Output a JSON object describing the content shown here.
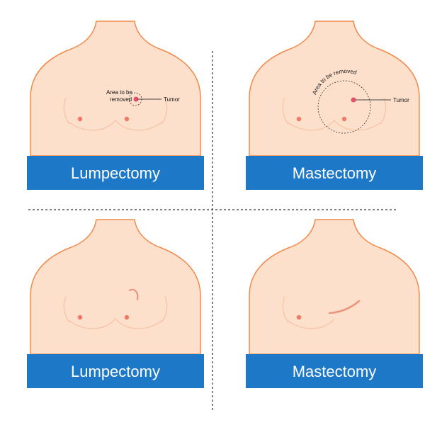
{
  "panels": [
    {
      "label": "Lumpectomy",
      "annotation_area": [
        "Area to be",
        "removed"
      ],
      "annotation_tumor": "Tumor"
    },
    {
      "label": "Mastectomy",
      "annotation_area": "Area to be removed",
      "annotation_tumor": "Tumor"
    },
    {
      "label": "Lumpectomy"
    },
    {
      "label": "Mastectomy"
    }
  ],
  "colors": {
    "skin": "#fde0cc",
    "skin_outline": "#f08a4b",
    "banner": "#1e78c8",
    "banner_text": "#ffffff",
    "nipple": "#f07868",
    "tumor": "#e0506a",
    "scar": "#e8957a",
    "divider": "#333333"
  }
}
